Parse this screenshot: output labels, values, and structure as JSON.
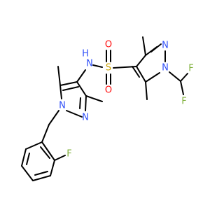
{
  "atoms": {
    "N_pz_left_1": "N",
    "N_pz_left_2": "N",
    "N_amide": "N",
    "H_amide": "H",
    "S": "S",
    "O_top": "O",
    "O_bottom": "O",
    "N_pz_right_1": "N",
    "N_pz_right_2": "N",
    "F_top": "F",
    "F_bottom": "F",
    "F_ring": "F"
  },
  "colors": {
    "bond": "#000000",
    "N": "#3050F8",
    "O": "#FF0D0D",
    "S": "#C8A000",
    "F": "#7FB03A"
  }
}
